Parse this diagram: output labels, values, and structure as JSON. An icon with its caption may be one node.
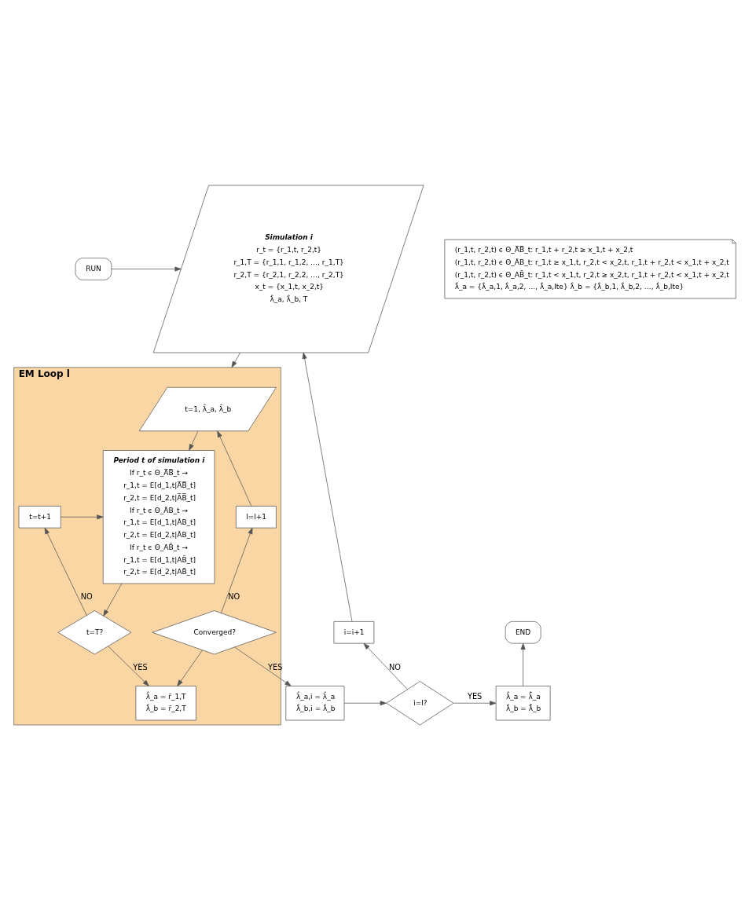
{
  "diagram": {
    "nodes": [
      {
        "text": [
          "RUN"
        ]
      },
      {
        "text": [
          "Simulation i",
          "r_t = {r_1,t, r_2,t}",
          "r_1,T = {r_1,1, r_1,2, …, r_1,T}",
          "r_2,T = {r_2,1, r_2,2, …, r_2,T}",
          "x_t = {x_1,t, x_2,t}",
          "λ̂_a, λ̂_b, T"
        ]
      },
      {
        "text": [
          "(r_1,t, r_2,t) ϵ Θ_A̅B̅_t: r_1,t + r_2,t ≥ x_1,t + x_2,t",
          "(r_1,t, r_2,t) ϵ Θ_ĀB_t: r_1,t ≥ x_1,t, r_2,t < x_2,t, r_1,t + r_2,t < x_1,t + x_2,t",
          "(r_1,t, r_2,t) ϵ Θ_AB̄_t: r_1,t < x_1,t, r_2,t ≥ x_2,t, r_1,t + r_2,t < x_1,t + x_2,t",
          "λ̂_a = {λ̂_a,1, λ̂_a,2, …, λ̂_a,Ite} λ̂_b = {λ̂_b,1, λ̂_b,2, …, λ̂_b,Ite}"
        ]
      },
      {
        "text": [
          "EM Loop l"
        ]
      },
      {
        "text": [
          "t=1, λ̂_a, λ̂_b"
        ],
        "in": 3
      },
      {
        "text": [
          "Period t of simulation i",
          "If r_t ϵ Θ_A̅B̅_t →",
          "r_1,t = E[d_1,t|A̅B̅_t]",
          "r_2,t = E[d_2,t|A̅B̅_t]",
          "If r_t ϵ Θ_ĀB_t →",
          "r_1,t = E[d_1,t|ĀB_t]",
          "r_2,t = E[d_2,t|ĀB_t]",
          "If r_t ϵ Θ_AB̄_t →",
          "r_1,t = E[d_1,t|AB̄_t]",
          "r_2,t = E[d_2,t|AB̄_t]"
        ],
        "in": 3
      },
      {
        "text": [
          "l=l+1"
        ],
        "in": 3
      },
      {
        "text": [
          "t=t+1"
        ],
        "in": 3
      },
      {
        "text": [
          "t=T?"
        ],
        "in": 3
      },
      {
        "text": [
          "λ̂_a = r̄_1,T",
          "λ̂_b = r̄_2,T"
        ],
        "in": 3
      },
      {
        "text": [
          "Converged?"
        ],
        "in": 3
      },
      {
        "text": [
          "λ̂_a,i = λ̂_a",
          "λ̂_b,i = λ̂_b"
        ]
      },
      {
        "text": [
          "i=I?"
        ]
      },
      {
        "text": [
          "i=i+1"
        ]
      },
      {
        "text": [
          "λ̂_a = λ̂̄_a",
          "λ̂_b = λ̂̄_b"
        ]
      },
      {
        "text": [
          "END"
        ]
      }
    ],
    "edges": [
      {
        "from": 0,
        "to": 1,
        "arrow": "to"
      },
      {
        "from": 1,
        "to": 3,
        "arrow": "to"
      },
      {
        "from": 4,
        "to": 5,
        "arrow": "to"
      },
      {
        "from": 7,
        "to": 5,
        "arrow": "to"
      },
      {
        "from": 5,
        "to": 8,
        "arrow": "to"
      },
      {
        "from": 8,
        "to": 7,
        "arrow": "to",
        "label": "NO"
      },
      {
        "from": 8,
        "to": 9,
        "arrow": "to",
        "label": "YES"
      },
      {
        "from": 10,
        "to": 9,
        "arrow": "to"
      },
      {
        "from": 10,
        "to": 6,
        "arrow": "to",
        "label": "NO"
      },
      {
        "from": 6,
        "to": 4,
        "arrow": "to"
      },
      {
        "from": 10,
        "to": 11,
        "arrow": "to",
        "label": "YES"
      },
      {
        "from": 11,
        "to": 12,
        "arrow": "to"
      },
      {
        "from": 12,
        "to": 13,
        "arrow": "to",
        "label": "NO"
      },
      {
        "from": 13,
        "to": 1,
        "arrow": "to"
      },
      {
        "from": 12,
        "to": 14,
        "arrow": "to",
        "label": "YES"
      },
      {
        "from": 14,
        "to": 15,
        "arrow": "to"
      }
    ]
  }
}
